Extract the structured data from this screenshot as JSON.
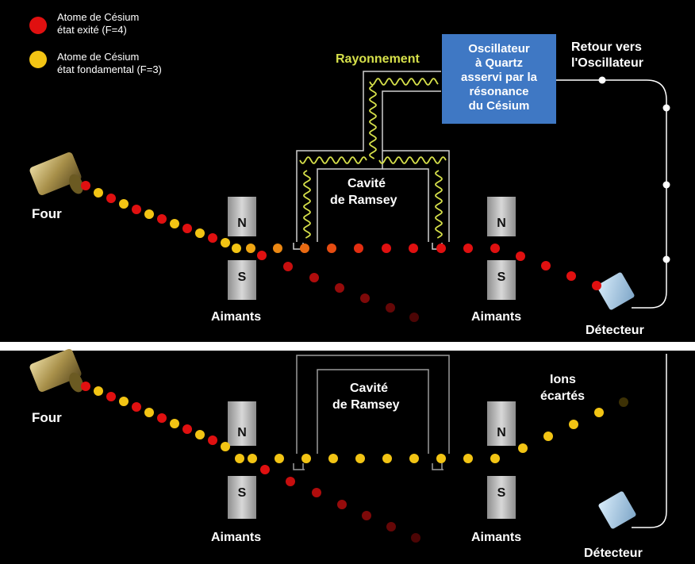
{
  "legend": {
    "excited": {
      "line1": "Atome de Césium",
      "line2": "état exité (F=4)",
      "color": "#e01010"
    },
    "ground": {
      "line1": "Atome de Césium",
      "line2": "état fondamental (F=3)",
      "color": "#f2c414"
    }
  },
  "top": {
    "four": "Four",
    "aimants_left": "Aimants",
    "aimants_right": "Aimants",
    "magnet_n": "N",
    "magnet_s": "S",
    "cavity": {
      "line1": "Cavité",
      "line2": "de Ramsey"
    },
    "radiation": "Rayonnement",
    "oscillator": {
      "line1": "Oscillateur",
      "line2": "à Quartz",
      "line3": "asservi par la",
      "line4": "résonance",
      "line5": "du Césium"
    },
    "feedback": {
      "line1": "Retour vers",
      "line2": "l'Oscillateur"
    },
    "detector": "Détecteur"
  },
  "bottom": {
    "four": "Four",
    "aimants_left": "Aimants",
    "aimants_right": "Aimants",
    "magnet_n": "N",
    "magnet_s": "S",
    "cavity": {
      "line1": "Cavité",
      "line2": "de Ramsey"
    },
    "ions": {
      "line1": "Ions",
      "line2": "écartés"
    },
    "detector": "Détecteur"
  },
  "colors": {
    "oscillator_box": "#3f78c4",
    "wave": "#d6e04a",
    "cavity_line": "#cfcfcf",
    "magnet": "#c9c9c9",
    "detector": "#a9cbe8",
    "divider": "#ffffff"
  }
}
